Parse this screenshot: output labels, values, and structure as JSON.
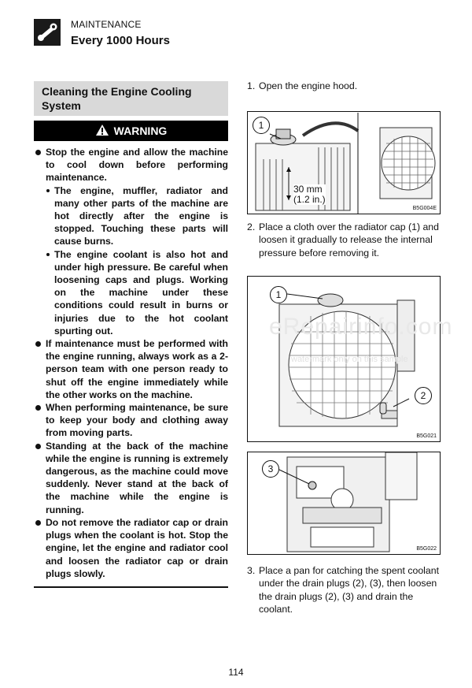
{
  "header": {
    "section": "MAINTENANCE",
    "title": "Every 1000 Hours",
    "icon": "wrench-icon"
  },
  "section_title": "Cleaning the Engine Cooling System",
  "warning": {
    "label": "WARNING",
    "icon": "warning-triangle-icon",
    "bullets": [
      {
        "text": "Stop the engine and allow the machine to cool down before performing maintenance.",
        "sub": [
          "The engine, muffler, radiator and many other parts of the machine are hot directly after the engine is stopped. Touching these parts will cause burns.",
          "The engine coolant is also hot and under high pressure. Be careful when loosening caps and plugs. Working on the machine under these conditions could result in burns or injuries due to the hot coolant spurting out."
        ]
      },
      {
        "text": "If maintenance must be performed with the engine running, always work as a 2-person team with one person ready to shut off the engine immediately while the other works on the machine."
      },
      {
        "text": "When performing maintenance, be sure to keep your body and clothing away from moving parts."
      },
      {
        "text": "Standing at the back of the machine while the engine is running is extremely dangerous, as the machine could move suddenly. Never stand at the back of the machine while the engine is running."
      },
      {
        "text": "Do not remove the radiator cap or drain plugs when the coolant is hot. Stop the engine, let the engine and radiator cool and loosen the radiator cap or drain plugs slowly."
      }
    ]
  },
  "steps": [
    {
      "num": "1.",
      "text": "Open the engine hood."
    },
    {
      "num": "2.",
      "text": "Place a cloth over the radiator cap (1) and loosen it gradually to release the internal pressure before removing it."
    },
    {
      "num": "3.",
      "text": "Place a pan for catching the spent coolant under the drain plugs (2), (3), then loosen the drain plugs (2), (3) and drain the coolant."
    }
  ],
  "figures": {
    "fig1": {
      "code": "B5G004E",
      "callout": "1",
      "dimension_line1": "30 mm",
      "dimension_line2": "(1.2 in.)"
    },
    "fig2": {
      "code": "B5G021",
      "callouts": [
        "1",
        "2"
      ]
    },
    "fig3": {
      "code": "B5G022",
      "callout": "3"
    }
  },
  "watermark": "eRepairinfo.com",
  "watermark_sub": "watermark only on this sample",
  "page_number": "114"
}
